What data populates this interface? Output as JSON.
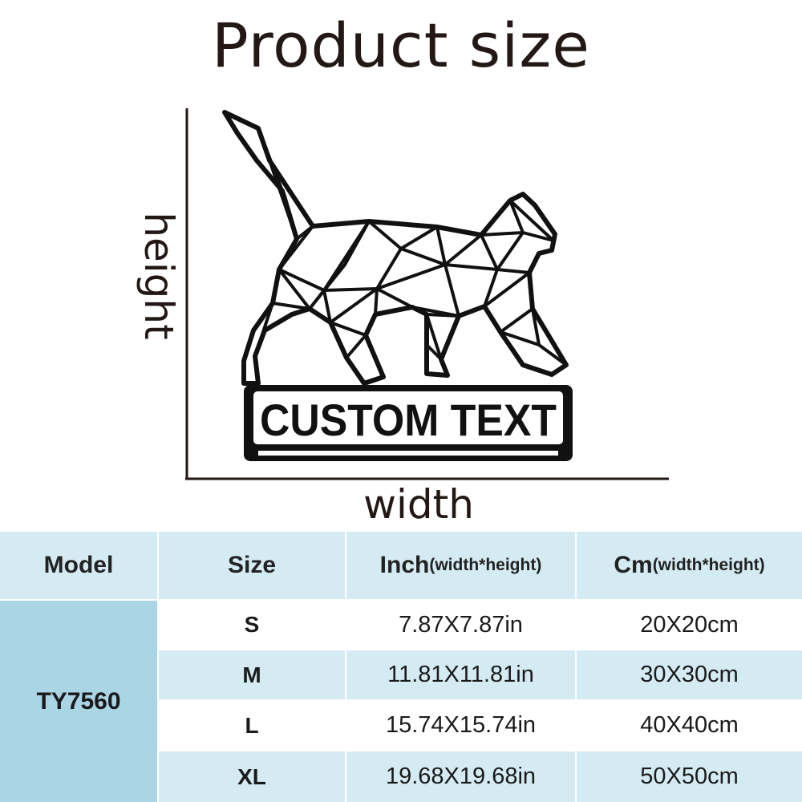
{
  "title": "Product size",
  "diagram": {
    "height_label": "height",
    "width_label": "width",
    "sign_text": "CUSTOM TEXT"
  },
  "table": {
    "headers": {
      "model": "Model",
      "size": "Size",
      "inch": "Inch",
      "inch_sub": "(width*height)",
      "cm": "Cm",
      "cm_sub": "(width*height)"
    },
    "model": "TY7560",
    "rows": [
      {
        "size": "S",
        "inch": "7.87X7.87in",
        "cm": "20X20cm"
      },
      {
        "size": "M",
        "inch": "11.81X11.81in",
        "cm": "30X30cm"
      },
      {
        "size": "L",
        "inch": "15.74X15.74in",
        "cm": "40X40cm"
      },
      {
        "size": "XL",
        "inch": "19.68X19.68in",
        "cm": "50X50cm"
      }
    ],
    "colors": {
      "header_bg": "#d5ebf3",
      "model_bg": "#a9d5e4",
      "stripe_bg": "#d5ebf3"
    }
  }
}
